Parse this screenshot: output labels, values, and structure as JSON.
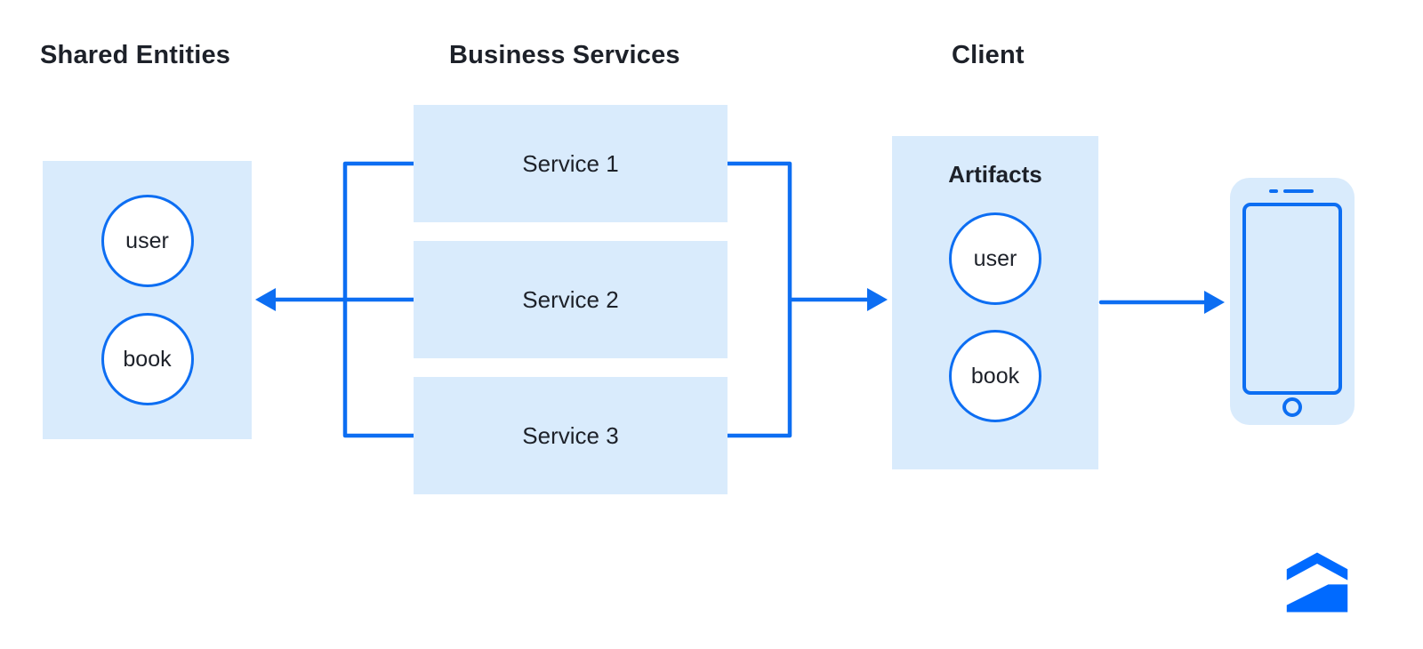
{
  "colors": {
    "accent": "#0d6ef2",
    "panel_fill": "#d9ebfc",
    "text_dark": "#1d2129",
    "logo_blue": "#006aff",
    "circle_fill": "#ffffff",
    "background": "#ffffff"
  },
  "headers": [
    {
      "label": "Shared Entities"
    },
    {
      "label": "Business Services"
    },
    {
      "label": "Client"
    }
  ],
  "shared_entities": {
    "items": [
      {
        "label": "user"
      },
      {
        "label": "book"
      }
    ]
  },
  "services": [
    {
      "label": "Service 1"
    },
    {
      "label": "Service 2"
    },
    {
      "label": "Service 3"
    }
  ],
  "client": {
    "title": "Artifacts",
    "items": [
      {
        "label": "user"
      },
      {
        "label": "book"
      }
    ]
  },
  "icons": [
    {
      "name": "smartphone-icon"
    },
    {
      "name": "zillow-logo"
    }
  ],
  "arrows": [
    {
      "name": "services-to-shared-entities",
      "direction": "left"
    },
    {
      "name": "services-to-client",
      "direction": "right"
    },
    {
      "name": "client-to-phone",
      "direction": "right"
    }
  ]
}
